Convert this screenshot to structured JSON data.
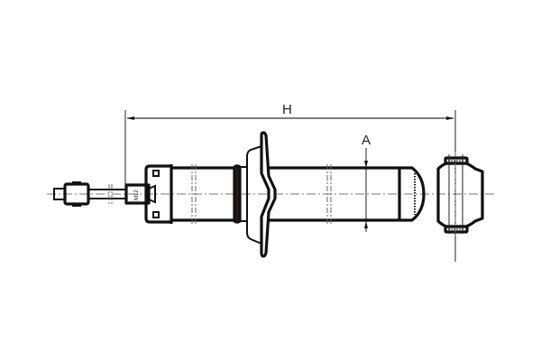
{
  "drawing": {
    "subject": "shock absorber technical drawing",
    "labels": {
      "overall_length": "H",
      "tube_diameter": "A",
      "thread_marking": "M12"
    },
    "colors": {
      "line": "#111111",
      "dimension_line": "#555555",
      "center_line": "#777777",
      "background": "#ffffff"
    }
  }
}
